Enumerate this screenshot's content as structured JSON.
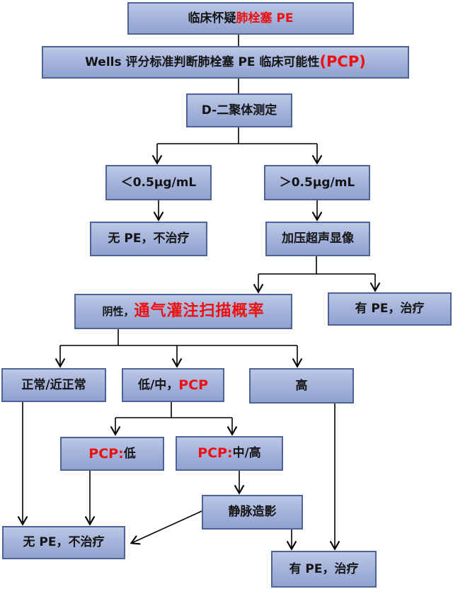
{
  "colors": {
    "background": "#ffffff",
    "box_fill_top": "#bcc7e5",
    "box_fill_bottom": "#8fa2cf",
    "box_border": "#4e6396",
    "text": "#141414",
    "highlight_red": "#ee0f0f",
    "connector": "#000000"
  },
  "boxes": {
    "suspect": {
      "black": "临床怀疑",
      "red": "肺栓塞 PE"
    },
    "wells": {
      "black": "Wells 评分标准判断肺栓塞 PE 临床可能性",
      "red": "(PCP)"
    },
    "ddimer": {
      "label": "D-二聚体测定"
    },
    "lt05": {
      "label": "＜0.5μg/mL"
    },
    "gt05": {
      "label": "＞0.5μg/mL"
    },
    "no_pe_1": {
      "label": "无 PE，不治疗"
    },
    "cus": {
      "label": "加压超声显像"
    },
    "negative": {
      "black": "阴性，",
      "red": "通气灌注扫描概率"
    },
    "pe_1": {
      "label": "有 PE，治疗"
    },
    "normal": {
      "label": "正常/近正常"
    },
    "low_mid": {
      "black": "低/中，",
      "red": "PCP"
    },
    "high": {
      "label": "高"
    },
    "pcp_low": {
      "red": "PCP:",
      "black": "低"
    },
    "pcp_mid_high": {
      "red": "PCP:",
      "black": "中/高"
    },
    "venography": {
      "label": "静脉造影"
    },
    "no_pe_2": {
      "label": "无 PE，不治疗"
    },
    "pe_2": {
      "label": "有 PE，治疗"
    }
  }
}
